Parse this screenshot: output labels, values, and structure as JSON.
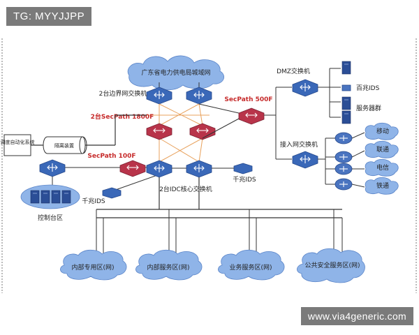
{
  "watermarks": {
    "top": "TG: MYYJJPP",
    "bottom": "www.via4generic.com"
  },
  "labels": {
    "cloud_top": "广东省电力供电局城域网",
    "two_boundary_switches": "2台边界网交换机",
    "secpath_1800f_x2": "2台SecPath 1800F",
    "secpath_500f": "SecPath 500F",
    "dmz_switch": "DMZ交换机",
    "baizhao_ids_right": "百兆IDS",
    "server_group": "服务器群",
    "access_switch": "接入网交换机",
    "automation_system": "调度自动化系统",
    "isolation_device": "隔离装置",
    "secpath_100f": "SecPath 100F",
    "qianzhao_ids_left": "千兆IDS",
    "qianzhao_ids_mid": "千兆IDS",
    "two_idc_core_switches": "2台IDC核心交换机",
    "control_zone": "控制台区",
    "zone_internal_dedicated": "内部专用区(网)",
    "zone_internal_service": "内部服务区(网)",
    "zone_business_service": "业务服务区(网)",
    "zone_public_security": "公共安全服务区(网)",
    "remote_1": "移动",
    "remote_2": "联通",
    "remote_3": "电信",
    "remote_4": "铁通"
  },
  "colors": {
    "cloud": "#8fb4e8",
    "switch_blue": "#3a68b8",
    "firewall_red": "#b8344a",
    "highlight_text": "#c62a2a",
    "cross_links": "#e8a15c"
  }
}
